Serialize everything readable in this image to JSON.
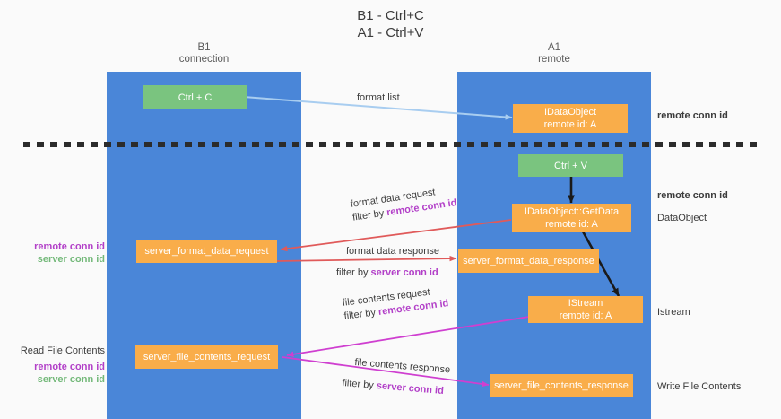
{
  "title": "B1 - Ctrl+C\nA1 - Ctrl+V",
  "columns": {
    "left": {
      "header": "B1\nconnection"
    },
    "right": {
      "header": "A1\nremote"
    }
  },
  "boxes": {
    "ctrl_c": "Ctrl + C",
    "ctrl_v": "Ctrl + V",
    "idataobject": "IDataObject\nremote id: A",
    "idataobject_getdata": "IDataObject::GetData\nremote id: A",
    "server_format_data_request": "server_format_data_request",
    "server_format_data_response": "server_format_data_response",
    "istream": "IStream\nremote id: A",
    "server_file_contents_request": "server_file_contents_request",
    "server_file_contents_response": "server_file_contents_response"
  },
  "arrow_labels": {
    "format_list": "format list",
    "format_data_request": "format data request",
    "format_data_request_filter_prefix": "filter by ",
    "format_data_request_filter_key": "remote conn id",
    "format_data_response": "format data response",
    "format_data_response_filter_prefix": "filter by ",
    "format_data_response_filter_key": "server conn id",
    "file_contents_request": "file contents request",
    "file_contents_request_filter_prefix": "filter by ",
    "file_contents_request_filter_key": "remote conn id",
    "file_contents_response": "file contents response",
    "file_contents_response_filter_prefix": "filter by ",
    "file_contents_response_filter_key": "server conn id"
  },
  "left_labels": {
    "conn_ids_upper_remote": "remote conn id",
    "conn_ids_upper_server": "server conn id",
    "read_file_contents": "Read File Contents",
    "conn_ids_lower_remote": "remote conn id",
    "conn_ids_lower_server": "server conn id"
  },
  "right_labels": {
    "remote_conn_id_top": "remote conn id",
    "remote_conn_id_mid": "remote conn id",
    "dataobject": "DataObject",
    "istream": "Istream",
    "write_file_contents": "Write File Contents"
  },
  "colors": {
    "lane": "#4a86d8",
    "green_box": "#7ac47f",
    "orange_box": "#f9ad4a",
    "purple_accent": "#b23fc8",
    "green_accent": "#74b97a",
    "blue_arrow": "#a8cdf0",
    "red_arrow": "#e05a5a",
    "magenta_arrow": "#cf3fd0",
    "black_arrow": "#1a1a1a",
    "background": "#fafafa"
  }
}
